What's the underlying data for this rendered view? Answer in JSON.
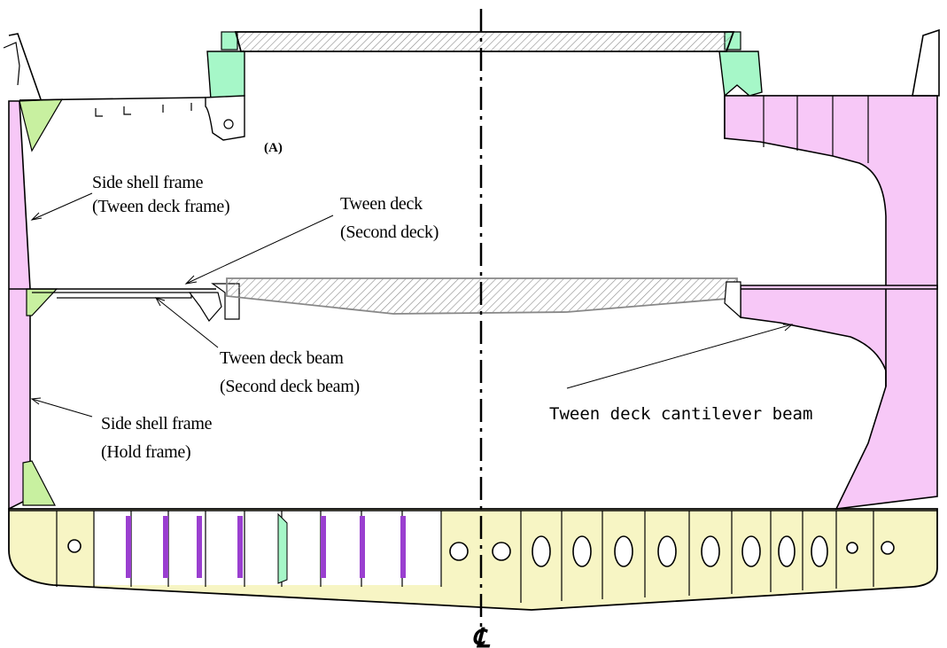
{
  "labels": {
    "a": "(A)",
    "side_frame_tween_1": "Side shell frame",
    "side_frame_tween_2": "(Tween deck frame)",
    "tween_deck_1": "Tween deck",
    "tween_deck_2": "(Second deck)",
    "tween_beam_1": "Tween deck beam",
    "tween_beam_2": "(Second deck beam)",
    "side_frame_hold_1": "Side shell frame",
    "side_frame_hold_2": "(Hold frame)",
    "cantilever": "Tween deck cantilever beam",
    "centerline": "℄"
  },
  "colors": {
    "pink": "#f7c8f7",
    "green": "#a6f7c8",
    "lime": "#c8f0a0",
    "cream": "#f7f5c4",
    "purple": "#9a3fd0",
    "hatch": "#888888"
  }
}
